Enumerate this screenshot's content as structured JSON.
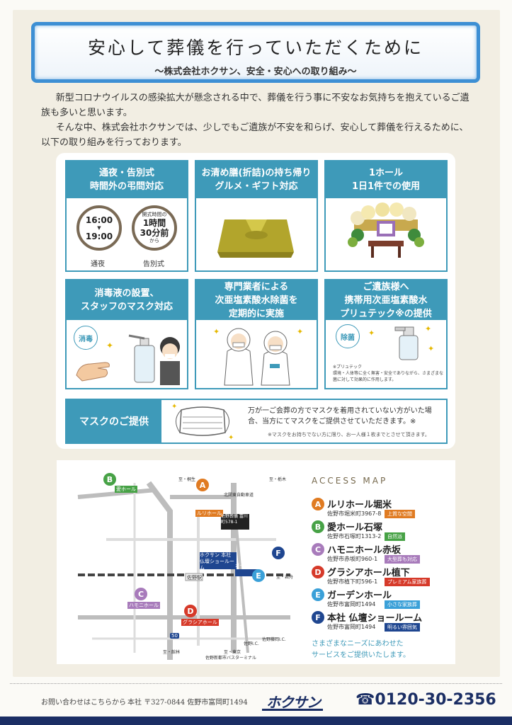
{
  "header": {
    "title": "安心して葬儀を行っていただくために",
    "subtitle": "～株式会社ホクサン、安全・安心への取り組み～"
  },
  "intro": {
    "p1": "新型コロナウイルスの感染拡大が懸念される中で、葬儀を行う事に不安なお気持ちを抱えているご遺族も多いと思います。",
    "p2": "そんな中、株式会社ホクサンでは、少しでもご遺族が不安を和らげ、安心して葬儀を行えるために、以下の取り組みを行っております。"
  },
  "cards": [
    {
      "line1": "通夜・告別式",
      "line2": "時間外の弔問対応"
    },
    {
      "line1": "お清め膳(折詰)の持ち帰り",
      "line2": "グルメ・ギフト対応"
    },
    {
      "line1": "1ホール",
      "line2": "1日1件での使用"
    },
    {
      "line1": "消毒液の設置、",
      "line2": "スタッフのマスク対応"
    },
    {
      "line1": "専門業者による",
      "line2": "次亜塩素酸水除菌を",
      "line3": "定期的に実施"
    },
    {
      "line1": "ご遺族様へ",
      "line2": "携帯用次亜塩素酸水",
      "line3": "プリュテック※の提供"
    }
  ],
  "clocks": {
    "wake": {
      "top": "16:00",
      "bottom": "19:00",
      "caption": "通夜"
    },
    "funeral": {
      "pre": "開式時間の",
      "big1": "1時間",
      "big2": "30分前",
      "post": "から",
      "caption": "告別式"
    }
  },
  "badges": {
    "disinfect": "消毒",
    "sterilize": "除菌"
  },
  "prutech_note": {
    "title": "※プリュテック",
    "body": "環境・人体等に全く無害・安全でありながら、さまざまな菌に対して効果的に作用します。"
  },
  "mask": {
    "label": "マスクのご提供",
    "text": "万が一ご会葬の方でマスクを着用されていない方がいた場合、当方にてマスクをご提供させていただきます。※",
    "note": "※マスクをお持ちでない方に限り、お一人様１枚までとさせて頂きます。"
  },
  "access": {
    "title": "ACCESS MAP",
    "locations": [
      {
        "letter": "A",
        "name": "ルリホール堀米",
        "address": "佐野市堀米町3967-8",
        "tag": "上質な空間",
        "color": "#e07b22"
      },
      {
        "letter": "B",
        "name": "愛ホール石塚",
        "address": "佐野市石塚町1313-2",
        "tag": "自然派",
        "color": "#47a246"
      },
      {
        "letter": "C",
        "name": "ハモニホール赤坂",
        "address": "佐野市赤坂町960-1",
        "tag": "大型葬も対応",
        "color": "#a87bbb"
      },
      {
        "letter": "D",
        "name": "グラシアホール植下",
        "address": "佐野市植下町596-1",
        "tag": "プレミアム家族葬",
        "color": "#d63a2a"
      },
      {
        "letter": "E",
        "name": "ガーデンホール",
        "address": "佐野市富岡町1494",
        "tag": "小さな家族葬",
        "color": "#3aa0d8"
      },
      {
        "letter": "F",
        "name": "本社 仏壇ショールーム",
        "address": "佐野市富岡町1494",
        "tag": "明るい雰囲気",
        "color": "#1f4690"
      }
    ],
    "footer_line1": "さまざまなニーズにあわせた",
    "footer_line2": "サービスをご提供いたします。"
  },
  "map": {
    "station": "佐野駅",
    "hall_a": "ルリホール",
    "hall_b": "愛ホール",
    "hall_c": "ハモニホール",
    "hall_d": "グラシアホール",
    "hall_e": "ガーデンホール",
    "hq": "ホクサン 本社 仏壇ショールーム",
    "hq_address": "佐野葬儀 富川町578-1",
    "route": "50",
    "labels": [
      "至・桐生",
      "至・栃木",
      "至・岩舟",
      "北関東自動車道",
      "佐野新都市バスターミナル",
      "至・館林",
      "至・東京",
      "佐野藤岡I.C.",
      "佐野I.C."
    ]
  },
  "footer": {
    "contact": "お問い合わせはこちらから",
    "hq": "本社 〒327-0844 佐野市富岡町1494",
    "logo": "ホクサン",
    "tel": "☎0120-30-2356"
  },
  "colors": {
    "teal": "#3e9ab9",
    "navy": "#1b2e64",
    "title_border": "#3d8fd4"
  }
}
